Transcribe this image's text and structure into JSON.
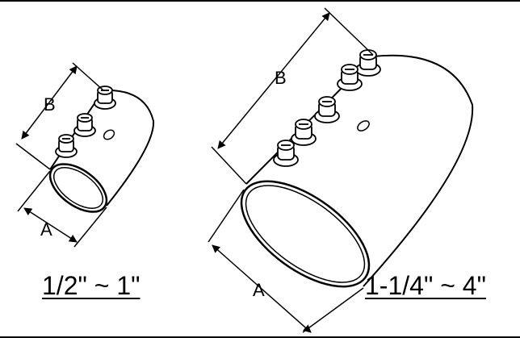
{
  "small_coupling": {
    "dim_a": "A",
    "dim_b": "B",
    "size_range": "1/2\" ~ 1\""
  },
  "large_coupling": {
    "dim_a": "A",
    "dim_b": "B",
    "size_range": "1-1/4\" ~ 4\""
  }
}
